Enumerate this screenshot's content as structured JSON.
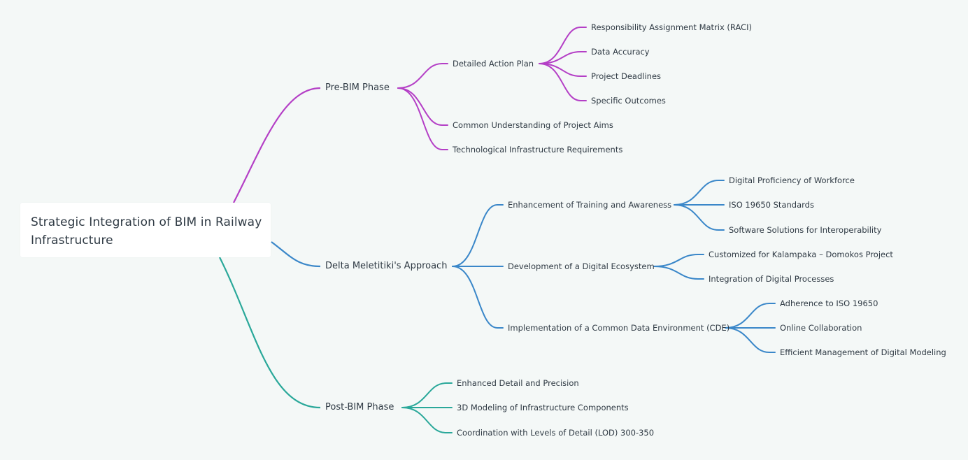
{
  "root": {
    "title": "Strategic Integration of BIM in Railway Infrastructure"
  },
  "colors": {
    "pre": "#b43fc6",
    "delta": "#3a87c9",
    "post": "#2aa89a",
    "text": "#2f3a44",
    "card": "#ffffff",
    "background": "#f4f8f7"
  },
  "branches": [
    {
      "label": "Pre-BIM Phase",
      "color": "#b43fc6",
      "children": [
        {
          "label": "Detailed Action Plan",
          "children": [
            {
              "label": "Responsibility Assignment Matrix (RACI)"
            },
            {
              "label": "Data Accuracy"
            },
            {
              "label": "Project Deadlines"
            },
            {
              "label": "Specific Outcomes"
            }
          ]
        },
        {
          "label": "Common Understanding of Project Aims"
        },
        {
          "label": "Technological Infrastructure Requirements"
        }
      ]
    },
    {
      "label": "Delta Meletitiki's Approach",
      "color": "#3a87c9",
      "children": [
        {
          "label": "Enhancement of Training and Awareness",
          "children": [
            {
              "label": "Digital Proficiency of Workforce"
            },
            {
              "label": "ISO 19650 Standards"
            },
            {
              "label": "Software Solutions for Interoperability"
            }
          ]
        },
        {
          "label": "Development of a Digital Ecosystem",
          "children": [
            {
              "label": "Customized for Kalampaka – Domokos Project"
            },
            {
              "label": "Integration of Digital Processes"
            }
          ]
        },
        {
          "label": "Implementation of a Common Data Environment (CDE)",
          "children": [
            {
              "label": "Adherence to ISO 19650"
            },
            {
              "label": "Online Collaboration"
            },
            {
              "label": "Efficient Management of Digital Modeling"
            }
          ]
        }
      ]
    },
    {
      "label": "Post-BIM Phase",
      "color": "#2aa89a",
      "children": [
        {
          "label": "Enhanced Detail and Precision"
        },
        {
          "label": "3D Modeling of Infrastructure Components"
        },
        {
          "label": "Coordination with Levels of Detail (LOD) 300-350"
        }
      ]
    }
  ]
}
